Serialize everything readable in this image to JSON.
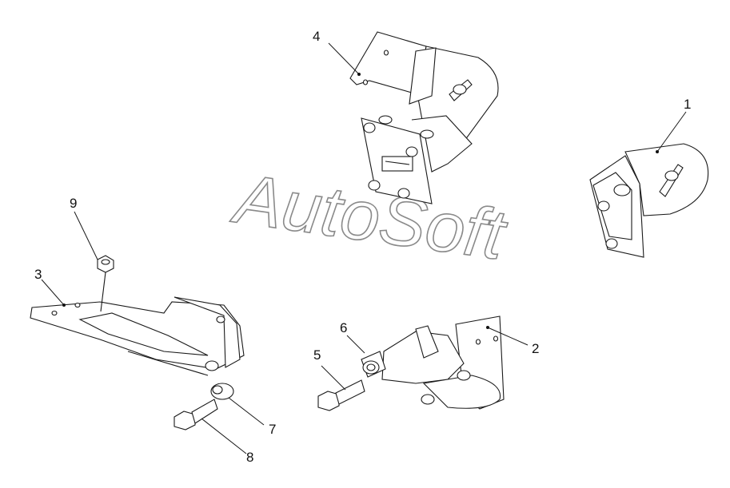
{
  "watermark": "AutoSoft",
  "colors": {
    "line": "#1a1a1a",
    "watermark": "#8a8a8a",
    "background": "#ffffff"
  },
  "callouts": [
    {
      "id": "1",
      "label": "1"
    },
    {
      "id": "2",
      "label": "2"
    },
    {
      "id": "3",
      "label": "3"
    },
    {
      "id": "4",
      "label": "4"
    },
    {
      "id": "5",
      "label": "5"
    },
    {
      "id": "6",
      "label": "6"
    },
    {
      "id": "7",
      "label": "7"
    },
    {
      "id": "8",
      "label": "8"
    },
    {
      "id": "9",
      "label": "9"
    }
  ]
}
